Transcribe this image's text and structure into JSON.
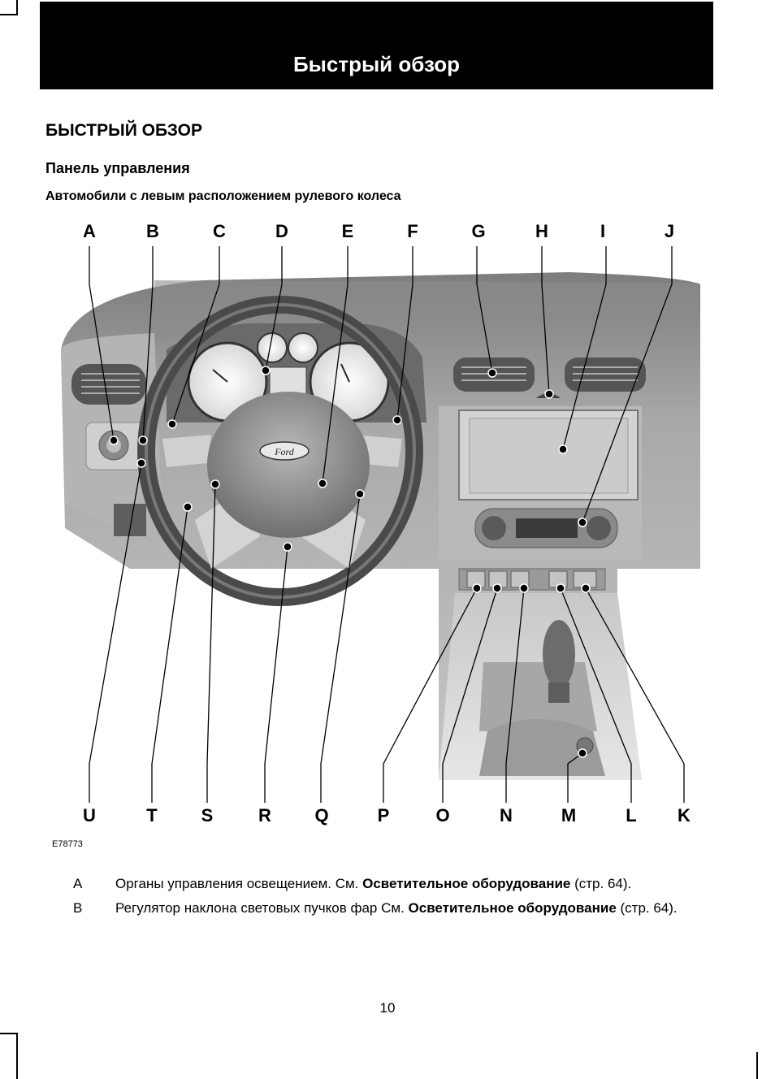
{
  "header": {
    "title": "Быстрый обзор"
  },
  "section_title": "БЫСТРЫЙ ОБЗОР",
  "subsection_title": "Панель управления",
  "caption": "Автомобили с левым расположением рулевого колеса",
  "figure": {
    "top_labels": [
      "A",
      "B",
      "C",
      "D",
      "E",
      "F",
      "G",
      "H",
      "I",
      "J"
    ],
    "bottom_labels": [
      "U",
      "T",
      "S",
      "R",
      "Q",
      "P",
      "O",
      "N",
      "M",
      "L",
      "K"
    ],
    "ford_logo_text": "Ford",
    "code": "E78773"
  },
  "legend": [
    {
      "key": "A",
      "text": "Органы управления освещением.  См. ",
      "bold": "Осветительное оборудование",
      "suffix": " (стр. 64)."
    },
    {
      "key": "B",
      "text": "Регулятор наклона световых пучков фар  См. ",
      "bold": "Осветительное оборудование",
      "suffix": " (стр. 64)."
    }
  ],
  "page_number": "10"
}
